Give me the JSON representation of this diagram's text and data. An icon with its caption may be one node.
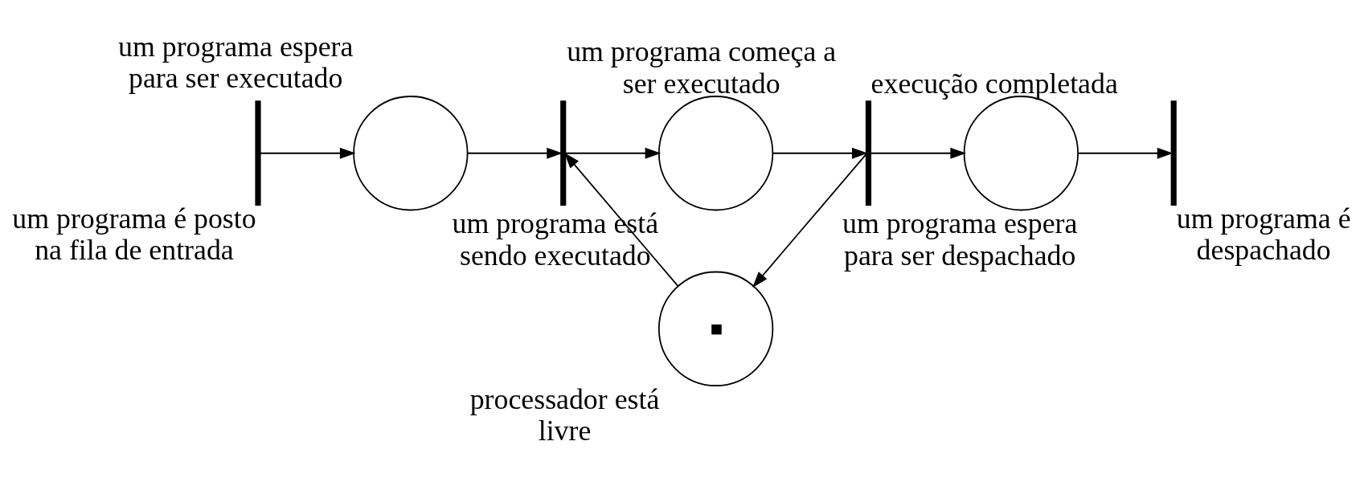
{
  "diagram": {
    "nodes": [
      {
        "text": [
          "um programa é posto na fila de entrada"
        ]
      },
      {
        "text": [
          "um programa espera para ser executado"
        ]
      },
      {
        "text": [
          "um programa começa a ser executado"
        ]
      },
      {
        "text": [
          "um programa está sendo executado"
        ]
      },
      {
        "text": [
          "execução completada"
        ]
      },
      {
        "text": [
          "um programa espera para ser despachado"
        ]
      },
      {
        "text": [
          "um programa é despachado"
        ]
      },
      {
        "text": [
          "processador está livre"
        ]
      }
    ],
    "edges": [
      {
        "from": 0,
        "to": 1,
        "arrow": "to"
      },
      {
        "from": 1,
        "to": 2,
        "arrow": "to"
      },
      {
        "from": 2,
        "to": 3,
        "arrow": "to"
      },
      {
        "from": 3,
        "to": 4,
        "arrow": "to"
      },
      {
        "from": 4,
        "to": 5,
        "arrow": "to"
      },
      {
        "from": 5,
        "to": 6,
        "arrow": "to"
      },
      {
        "from": 4,
        "to": 7,
        "arrow": "to"
      },
      {
        "from": 7,
        "to": 2,
        "arrow": "to"
      }
    ]
  }
}
